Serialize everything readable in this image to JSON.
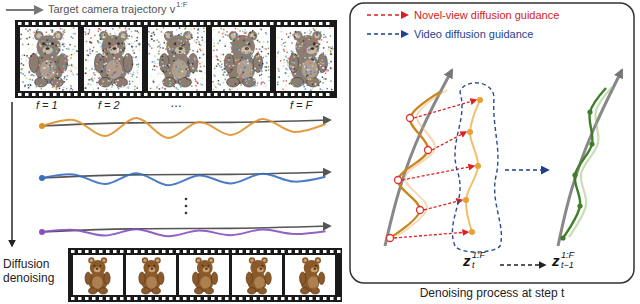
{
  "diagram": {
    "labels": [
      "Target camera trajectory v",
      "1:F",
      "f = 1",
      "f = 2",
      "…",
      "f = F",
      "Diffusion denoising",
      "z",
      "t",
      "1:F",
      "z",
      "t−1",
      "1:F",
      "Denoising process at step t"
    ],
    "legend": [
      {
        "text": "Novel-view diffusion guidance"
      },
      {
        "text": "Video diffusion guidance"
      }
    ]
  }
}
